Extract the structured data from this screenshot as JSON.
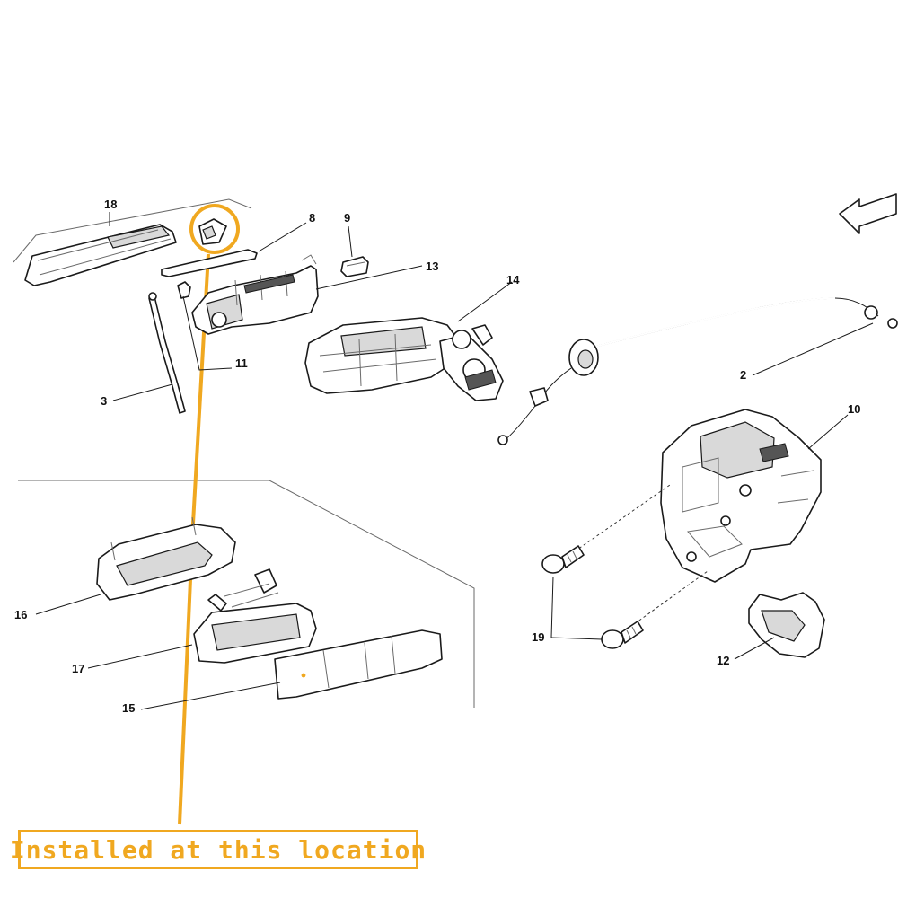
{
  "callouts": {
    "c1": "18",
    "c2": "8",
    "c3": "9",
    "c4": "13",
    "c5": "14",
    "c6": "11",
    "c7": "3",
    "c8": "2",
    "c9": "10",
    "c10": "16",
    "c11": "17",
    "c12": "15",
    "c13": "19",
    "c14": "12"
  },
  "banner": {
    "text": "Installed at this location"
  },
  "colors": {
    "highlight": "#f0a820",
    "line": "#1a1a1a"
  }
}
